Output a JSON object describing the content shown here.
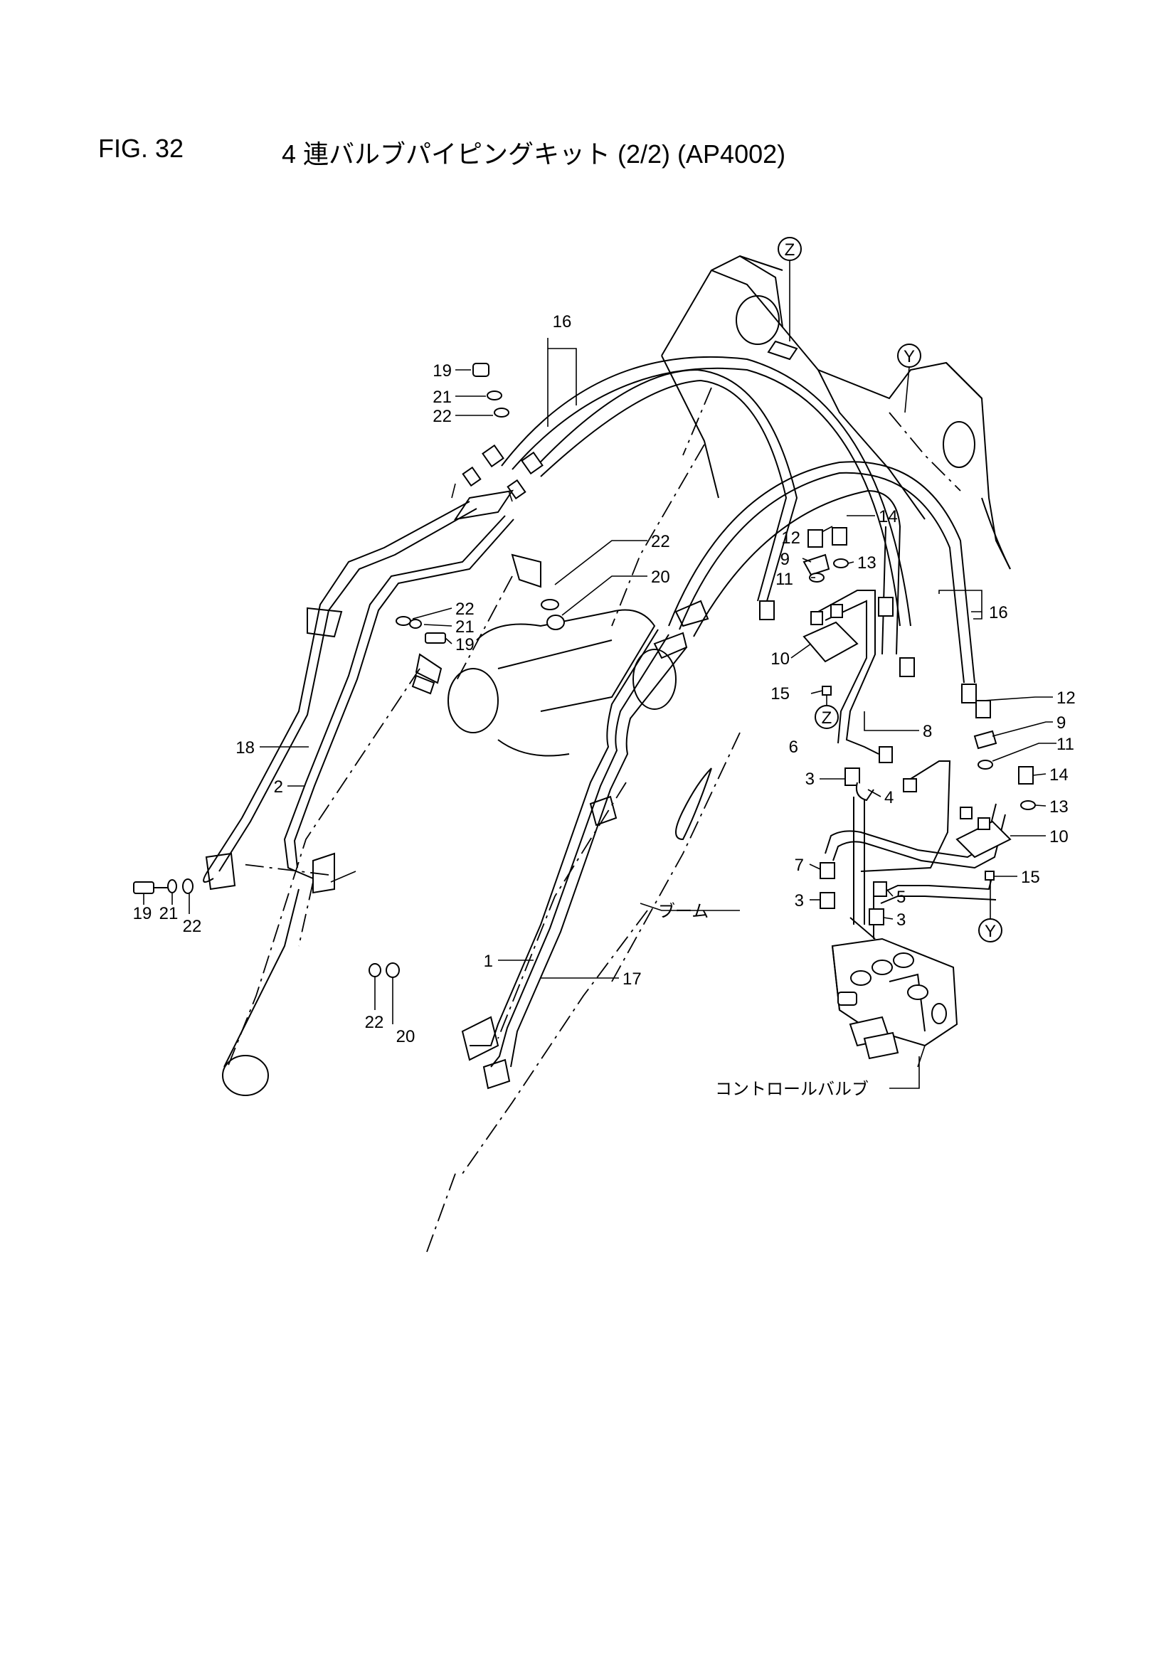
{
  "header": {
    "fig_number": "FIG. 32",
    "title": "4 連バルブパイピングキット (2/2) (AP4002)"
  },
  "reference_markers": {
    "z": "Z",
    "y": "Y"
  },
  "callouts": {
    "c1": "1",
    "c2": "2",
    "c3a": "3",
    "c3b": "3",
    "c3c": "3",
    "c4": "4",
    "c5": "5",
    "c6": "6",
    "c7": "7",
    "c8": "8",
    "c9a": "9",
    "c9b": "9",
    "c10a": "10",
    "c10b": "10",
    "c11a": "11",
    "c11b": "11",
    "c12a": "12",
    "c12b": "12",
    "c13a": "13",
    "c13b": "13",
    "c14a": "14",
    "c14b": "14",
    "c15a": "15",
    "c15b": "15",
    "c16a": "16",
    "c16b": "16",
    "c17": "17",
    "c18": "18",
    "c19a": "19",
    "c19b": "19",
    "c19c": "19",
    "c20a": "20",
    "c20b": "20",
    "c21a": "21",
    "c21b": "21",
    "c21c": "21",
    "c22a": "22",
    "c22b": "22",
    "c22c": "22",
    "c22d": "22",
    "c22e": "22"
  },
  "names": {
    "boom": "ブーム",
    "control_valve": "コントロールバルブ"
  }
}
